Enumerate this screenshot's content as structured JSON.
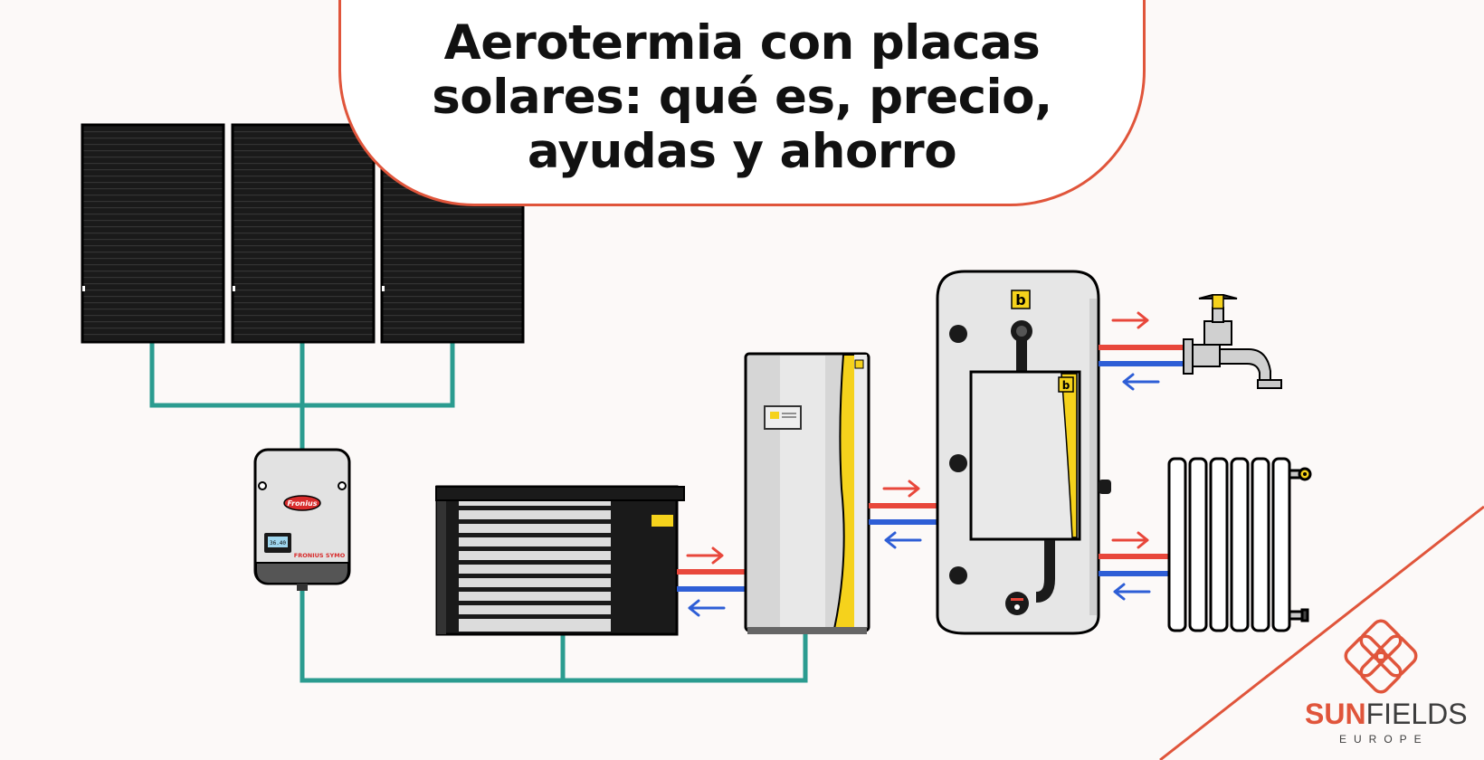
{
  "title": {
    "line1": "Aerotermia con placas",
    "line2": "solares: qué es, precio,",
    "line3": "ayudas y ahorro"
  },
  "inverter": {
    "brand": "Fronius",
    "model": "FRONIUS SYMO",
    "display": "36.40"
  },
  "logo": {
    "part1": "SUN",
    "part2": "FIELDS",
    "sub": "EUROPE"
  },
  "colors": {
    "accent": "#e0553b",
    "cable": "#2b9c90",
    "hot": "#e8473b",
    "cold": "#2e5ed6",
    "brand_yellow": "#f5d21c"
  },
  "icons": [
    "solar-panel-icon",
    "inverter-icon",
    "heat-pump-outdoor-icon",
    "indoor-unit-icon",
    "water-tank-icon",
    "faucet-icon",
    "radiator-icon"
  ]
}
